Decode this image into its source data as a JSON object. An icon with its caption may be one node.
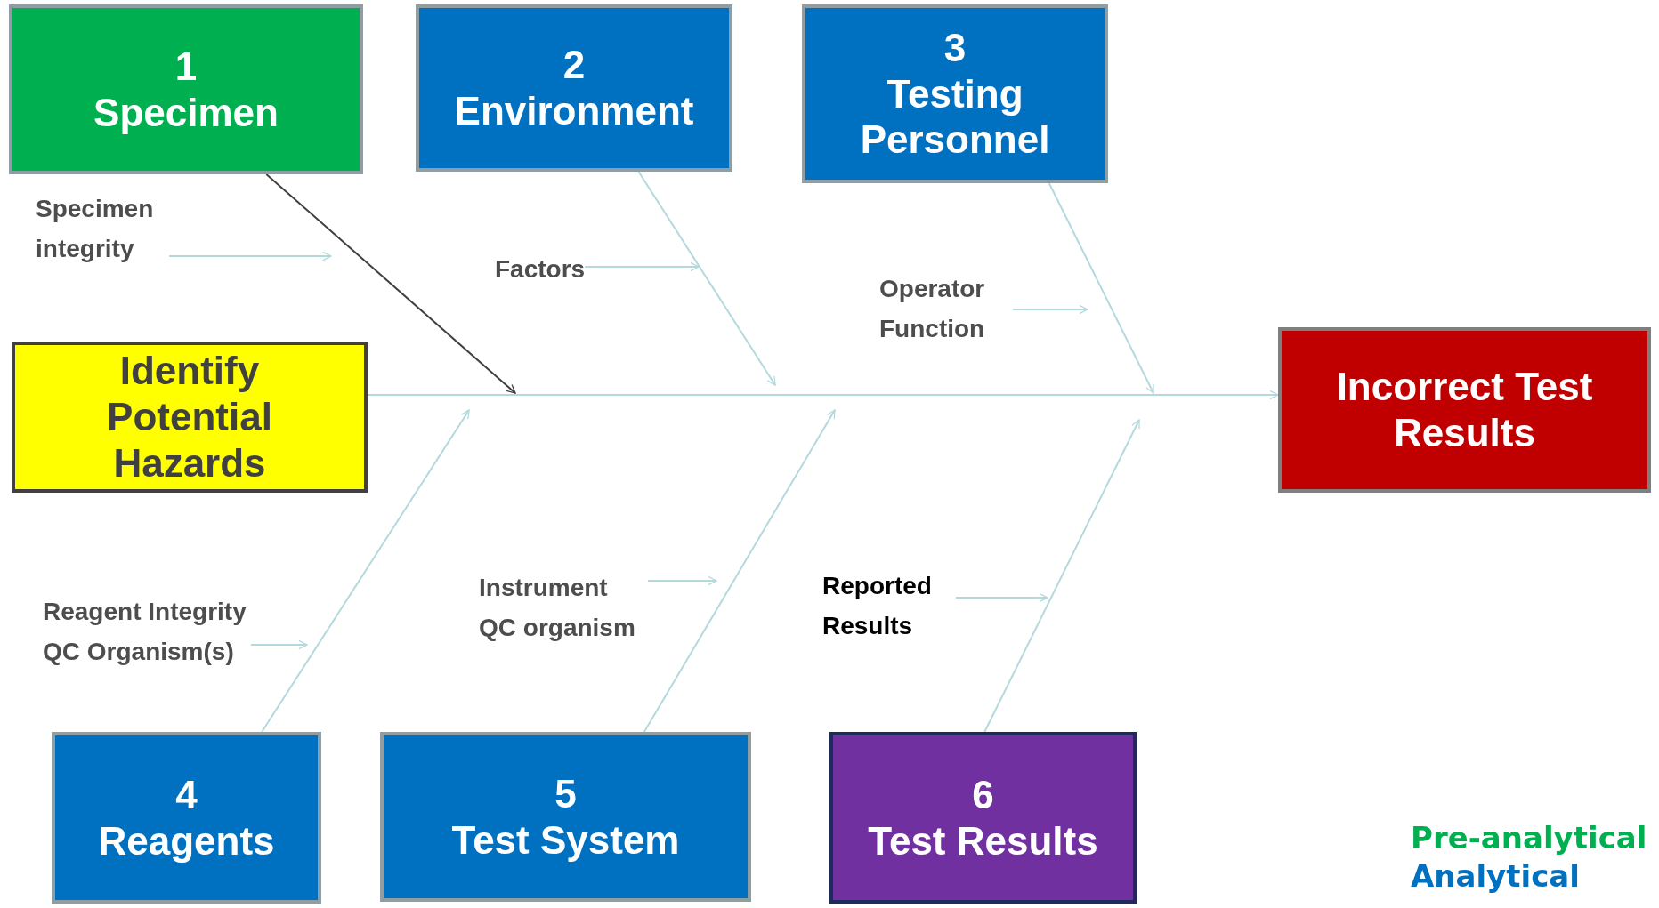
{
  "diagram": {
    "nodes": [
      {
        "text": [
          "1",
          "Specimen"
        ]
      },
      {
        "text": [
          "2",
          "Environment"
        ]
      },
      {
        "text": [
          "3",
          "Testing Personnel"
        ]
      },
      {
        "text": [
          "Identify Potential Hazards"
        ]
      },
      {
        "text": [
          "Incorrect Test Results"
        ]
      },
      {
        "text": [
          "4",
          "Reagents"
        ]
      },
      {
        "text": [
          "5",
          "Test System"
        ]
      },
      {
        "text": [
          "6",
          "Test Results"
        ]
      },
      {
        "text": [
          "Specimen integrity"
        ]
      },
      {
        "text": [
          "Factors"
        ]
      },
      {
        "text": [
          "Operator Function"
        ]
      },
      {
        "text": [
          "Reagent Integrity QC Organism(s)"
        ]
      },
      {
        "text": [
          "Instrument QC organism"
        ]
      },
      {
        "text": [
          "Reported Results"
        ]
      }
    ],
    "edges": [
      {
        "from": 3,
        "to": 4,
        "arrow": "to"
      },
      {
        "from": 0,
        "to": null,
        "arrow": "to",
        "color": "#404040"
      },
      {
        "from": 1,
        "to": null,
        "arrow": "to"
      },
      {
        "from": 2,
        "to": null,
        "arrow": "to"
      },
      {
        "from": 5,
        "to": null,
        "arrow": "to"
      },
      {
        "from": 6,
        "to": null,
        "arrow": "to"
      },
      {
        "from": 7,
        "to": null,
        "arrow": "to"
      },
      {
        "from": 8,
        "to": null,
        "arrow": "to"
      },
      {
        "from": 9,
        "to": null,
        "arrow": "to"
      },
      {
        "from": 10,
        "to": null,
        "arrow": "to"
      },
      {
        "from": 11,
        "to": null,
        "arrow": "to"
      },
      {
        "from": 12,
        "to": null,
        "arrow": "to"
      },
      {
        "from": 13,
        "to": null,
        "arrow": "to"
      }
    ],
    "labels": [
      "Pre-analytical",
      "Analytical"
    ]
  }
}
